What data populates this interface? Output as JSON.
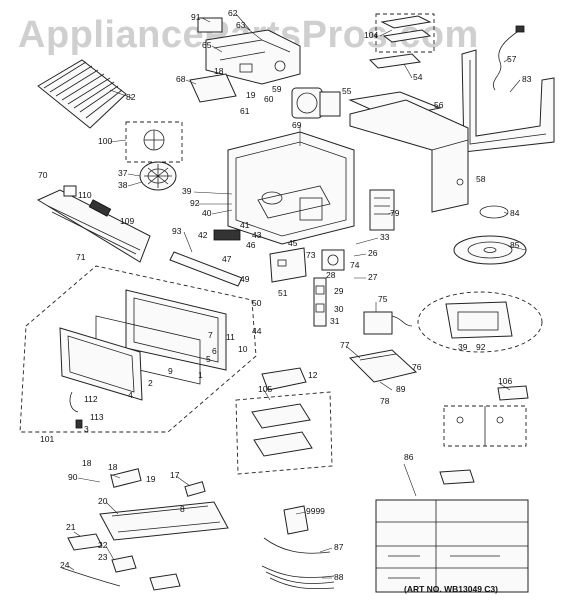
{
  "watermark": "AppliancePartsPros.com",
  "art_number": "(ART NO. WB13049 C3)",
  "callouts": [
    {
      "id": "c1",
      "text": "91"
    },
    {
      "id": "c2",
      "text": "62"
    },
    {
      "id": "c3",
      "text": "63"
    },
    {
      "id": "c4",
      "text": "65"
    },
    {
      "id": "c5",
      "text": "104"
    },
    {
      "id": "c6",
      "text": "57"
    },
    {
      "id": "c7",
      "text": "83"
    },
    {
      "id": "c8",
      "text": "54"
    },
    {
      "id": "c9",
      "text": "68"
    },
    {
      "id": "c10",
      "text": "18"
    },
    {
      "id": "c11",
      "text": "19"
    },
    {
      "id": "c12",
      "text": "59"
    },
    {
      "id": "c13",
      "text": "60"
    },
    {
      "id": "c14",
      "text": "61"
    },
    {
      "id": "c15",
      "text": "55"
    },
    {
      "id": "c16",
      "text": "56"
    },
    {
      "id": "c17",
      "text": "82"
    },
    {
      "id": "c18",
      "text": "69"
    },
    {
      "id": "c19",
      "text": "100"
    },
    {
      "id": "c20",
      "text": "58"
    },
    {
      "id": "c21",
      "text": "37"
    },
    {
      "id": "c22",
      "text": "38"
    },
    {
      "id": "c23",
      "text": "70"
    },
    {
      "id": "c24",
      "text": "110"
    },
    {
      "id": "c25",
      "text": "39"
    },
    {
      "id": "c26",
      "text": "92"
    },
    {
      "id": "c27",
      "text": "40"
    },
    {
      "id": "c28",
      "text": "41"
    },
    {
      "id": "c29",
      "text": "109"
    },
    {
      "id": "c30",
      "text": "79"
    },
    {
      "id": "c31",
      "text": "84"
    },
    {
      "id": "c32",
      "text": "71"
    },
    {
      "id": "c33",
      "text": "93"
    },
    {
      "id": "c34",
      "text": "42"
    },
    {
      "id": "c35",
      "text": "43"
    },
    {
      "id": "c36",
      "text": "33"
    },
    {
      "id": "c37",
      "text": "46"
    },
    {
      "id": "c38",
      "text": "45"
    },
    {
      "id": "c39",
      "text": "26"
    },
    {
      "id": "c40",
      "text": "85"
    },
    {
      "id": "c41",
      "text": "47"
    },
    {
      "id": "c42",
      "text": "73"
    },
    {
      "id": "c43",
      "text": "74"
    },
    {
      "id": "c44",
      "text": "28"
    },
    {
      "id": "c45",
      "text": "49"
    },
    {
      "id": "c46",
      "text": "27"
    },
    {
      "id": "c47",
      "text": "50"
    },
    {
      "id": "c48",
      "text": "51"
    },
    {
      "id": "c49",
      "text": "29"
    },
    {
      "id": "c50",
      "text": "30"
    },
    {
      "id": "c51",
      "text": "75"
    },
    {
      "id": "c52",
      "text": "31"
    },
    {
      "id": "c53",
      "text": "11"
    },
    {
      "id": "c54",
      "text": "10"
    },
    {
      "id": "c55",
      "text": "44"
    },
    {
      "id": "c56",
      "text": "7"
    },
    {
      "id": "c57",
      "text": "5"
    },
    {
      "id": "c58",
      "text": "6"
    },
    {
      "id": "c59",
      "text": "39"
    },
    {
      "id": "c60",
      "text": "92"
    },
    {
      "id": "c61",
      "text": "77"
    },
    {
      "id": "c62",
      "text": "9"
    },
    {
      "id": "c63",
      "text": "76"
    },
    {
      "id": "c64",
      "text": "112"
    },
    {
      "id": "c65",
      "text": "2"
    },
    {
      "id": "c66",
      "text": "4"
    },
    {
      "id": "c67",
      "text": "12"
    },
    {
      "id": "c68",
      "text": "89"
    },
    {
      "id": "c69",
      "text": "1"
    },
    {
      "id": "c70",
      "text": "106"
    },
    {
      "id": "c71",
      "text": "113"
    },
    {
      "id": "c72",
      "text": "3"
    },
    {
      "id": "c73",
      "text": "105"
    },
    {
      "id": "c74",
      "text": "78"
    },
    {
      "id": "c75",
      "text": "101"
    },
    {
      "id": "c76",
      "text": "86"
    },
    {
      "id": "c77",
      "text": "18"
    },
    {
      "id": "c78",
      "text": "90"
    },
    {
      "id": "c79",
      "text": "17"
    },
    {
      "id": "c80",
      "text": "19"
    },
    {
      "id": "c81",
      "text": "20"
    },
    {
      "id": "c82",
      "text": "9999"
    },
    {
      "id": "c83",
      "text": "21"
    },
    {
      "id": "c84",
      "text": "22"
    },
    {
      "id": "c85",
      "text": "23"
    },
    {
      "id": "c86",
      "text": "87"
    },
    {
      "id": "c87",
      "text": "24"
    },
    {
      "id": "c88",
      "text": "88"
    },
    {
      "id": "c89",
      "text": "8"
    },
    {
      "id": "c90",
      "text": "18"
    }
  ]
}
